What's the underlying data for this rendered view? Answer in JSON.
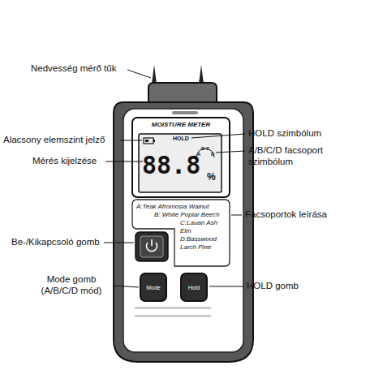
{
  "diagram": {
    "nodes": [
      {
        "text": [
          "MOISTURE METER"
        ]
      },
      {
        "text": [
          "HOLD",
          "88.8",
          "%"
        ],
        "in": 0
      },
      {
        "text": [
          "A:Teak Afromosia Walnut",
          "B: White Poplar Beech",
          "C:Lauan Ash Elm",
          "D:Basswood Larch Pine"
        ]
      },
      {
        "text": [
          "Mode"
        ]
      },
      {
        "text": [
          "Hold"
        ]
      }
    ],
    "labels": [
      "Nedvesség mérő tűk",
      "Alacsony elemszint jelző",
      "HOLD szimbólum",
      "A/B/C/D facsoport szimbólum",
      "Mérés kijelzése",
      "Facsoportok leírása",
      "Be-/Kikapcsoló gomb",
      "Mode gomb (A/B/C/D mód)",
      "HOLD gomb",
      "A",
      "B",
      "C",
      "D"
    ]
  }
}
